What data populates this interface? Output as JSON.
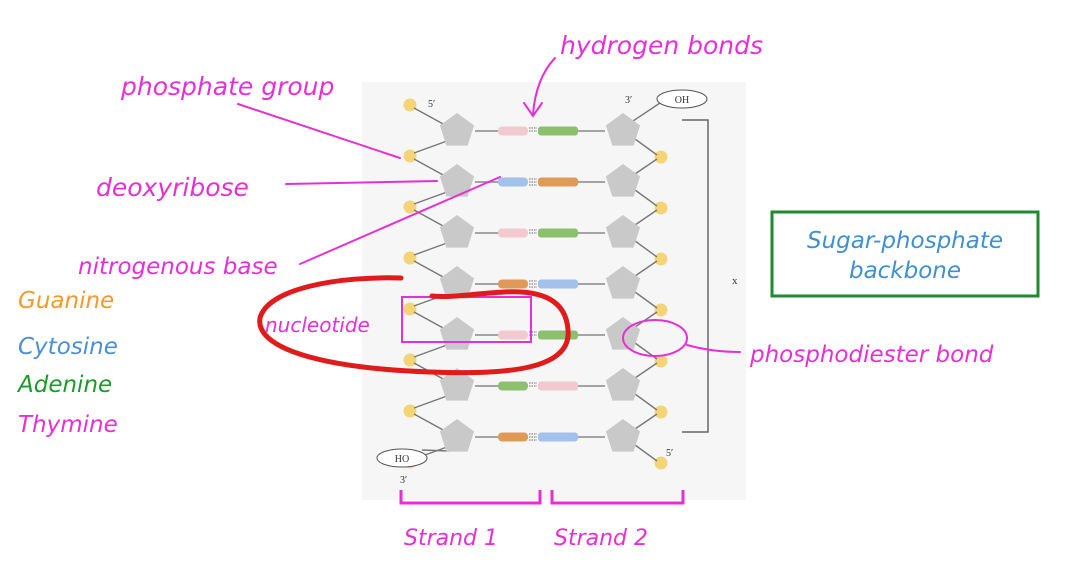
{
  "annotations": {
    "hydrogen_bonds": "hydrogen bonds",
    "phosphate_group": "phosphate group",
    "deoxyribose": "deoxyribose",
    "nitrogenous_base": "nitrogenous base",
    "nucleotide": "nucleotide",
    "phosphodiester_bond": "phosphodiester bond",
    "backbone": [
      "Sugar-phosphate",
      "backbone"
    ],
    "strand1": "Strand 1",
    "strand2": "Strand 2"
  },
  "legend": [
    {
      "name": "Guanine",
      "color": "#f39a2b"
    },
    {
      "name": "Cytosine",
      "color": "#4a8fd6"
    },
    {
      "name": "Adenine",
      "color": "#1a9a2b"
    },
    {
      "name": "Thymine",
      "color": "#e62fd7"
    }
  ],
  "figure": {
    "five_prime": "5′",
    "three_prime": "3′",
    "oh": "OH",
    "ho": "HO",
    "x_mark": "x"
  },
  "pairs": [
    [
      "thymine",
      "adenine"
    ],
    [
      "cytosine",
      "guanine"
    ],
    [
      "thymine",
      "adenine"
    ],
    [
      "guanine",
      "cytosine"
    ],
    [
      "thymine",
      "adenine"
    ],
    [
      "adenine",
      "thymine"
    ],
    [
      "guanine",
      "cytosine"
    ]
  ],
  "colors": {
    "ink": "#e62fd7",
    "red": "#e01b1b",
    "box_green": "#1f8a2e",
    "backbone_text": "#3f8fd3",
    "sugar": "#c9c9c9",
    "phosphate": "#f3d477",
    "base_thymine": "#f1c9cf",
    "base_adenine": "#8cc06e",
    "base_cytosine": "#a3c2eb",
    "base_guanine": "#e09a57"
  }
}
